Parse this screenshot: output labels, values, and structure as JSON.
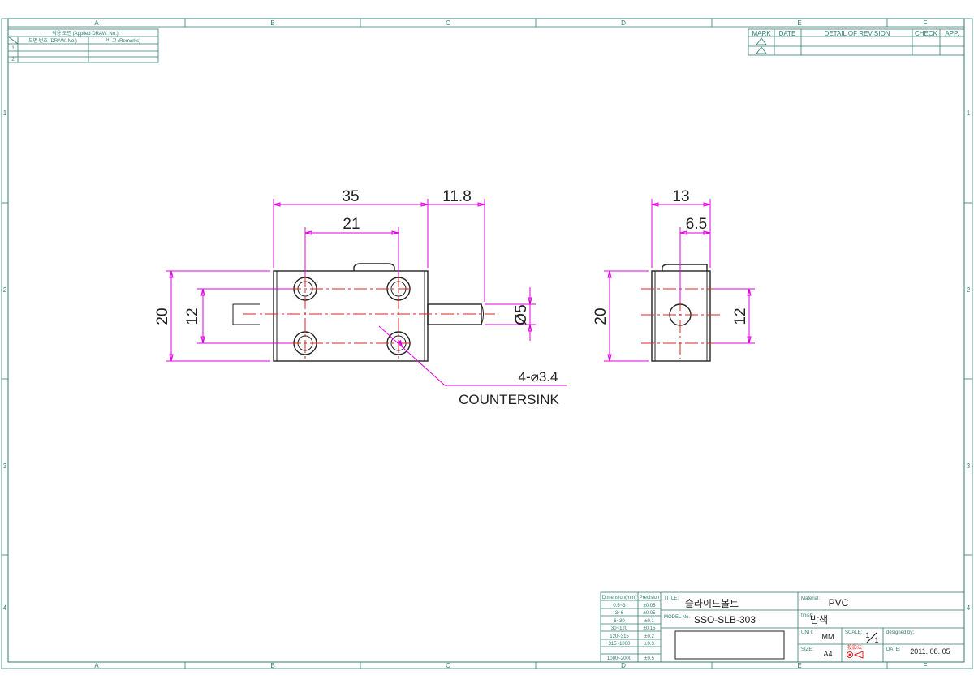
{
  "zones": {
    "columns": [
      "A",
      "B",
      "C",
      "D",
      "E",
      "F"
    ],
    "rows": [
      "1",
      "2",
      "3",
      "4"
    ]
  },
  "applied_table": {
    "title": "적용 도면 (Applied DRAW. No.)",
    "col_drawing_no": "도면 번호 (DRAW. No.)",
    "col_remarks": "비 고 (Remarks)",
    "rows": [
      "1",
      "2"
    ]
  },
  "revision_table": {
    "headers": [
      "MARK",
      "DATE",
      "DETAIL OF REVISION",
      "CHECK",
      "APP."
    ]
  },
  "dimensions": {
    "front_width": "35",
    "front_hole_spacing": "21",
    "pin_length": "11.8",
    "front_height": "20",
    "front_hole_vertical": "12",
    "pin_diameter": "Ø5",
    "side_width": "13",
    "side_center": "6.5",
    "side_height": "20",
    "side_hole_vertical": "12"
  },
  "hole_note": {
    "callout": "4-⌀3.4",
    "type": "COUNTERSINK"
  },
  "title_block": {
    "tolerance_headers": [
      "Dimension(mm)",
      "Precision"
    ],
    "tolerance_rows": [
      [
        "0.5~3",
        "±0.05"
      ],
      [
        "3~6",
        "±0.05"
      ],
      [
        "6~30",
        "±0.1"
      ],
      [
        "30~120",
        "±0.15"
      ],
      [
        "120~315",
        "±0.2"
      ],
      [
        "315~1000",
        "±0.3"
      ],
      [
        "1000~2000",
        "±0.5"
      ]
    ],
    "title_label": "TITLE:",
    "title": "슬라이드볼트",
    "model_label": "MODEL No.",
    "model": "SSO-SLB-303",
    "material_label": "Material:",
    "material": "PVC",
    "finish_label": "finish:",
    "finish": "밤색",
    "unit_label": "UNIT:",
    "unit": "MM",
    "scale_label": "SCALE:",
    "scale_num": "1",
    "scale_den": "1",
    "size_label": "SIZE:",
    "size": "A4",
    "projection_label": "投影法",
    "designed_label": "designed by:",
    "date_label": "DATE:",
    "date": "2011. 08. 05"
  },
  "colors": {
    "frame": "#2e7d6d",
    "object": "#222222",
    "dimension": "#e000e0",
    "centerline": "#e02020"
  }
}
